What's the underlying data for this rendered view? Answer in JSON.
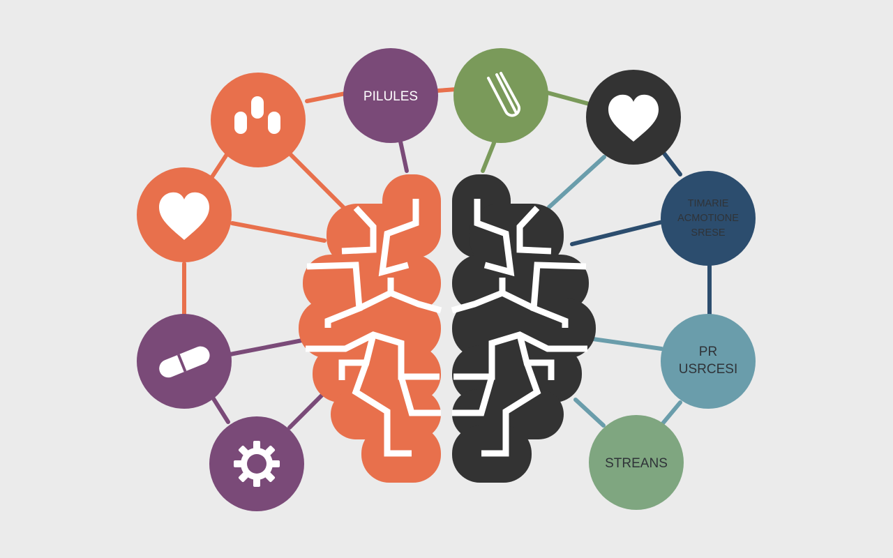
{
  "colors": {
    "background": "#ebebeb",
    "orange": "#e8704c",
    "purple": "#7a4a78",
    "green": "#7a9a5a",
    "dark": "#333333",
    "navy": "#2c4d6e",
    "teal": "#6a9dab",
    "sage": "#7fa680",
    "white": "#ffffff"
  },
  "brain": {
    "left_hemisphere": {
      "color_key": "orange"
    },
    "right_hemisphere": {
      "color_key": "dark"
    }
  },
  "nodes": {
    "bars": {
      "icon": "bars-chart-icon",
      "color_key": "orange"
    },
    "pilules": {
      "label": "PILULES",
      "color_key": "purple"
    },
    "paperclip": {
      "icon": "paperclip-icon",
      "color_key": "green"
    },
    "heart_right": {
      "icon": "heart-icon",
      "color_key": "dark"
    },
    "heart_left": {
      "icon": "heart-icon",
      "color_key": "orange"
    },
    "timarie": {
      "lines": [
        "TIMARIE",
        "ACMOTIONE",
        "SRESE"
      ],
      "color_key": "navy"
    },
    "capsule": {
      "icon": "capsule-pill-icon",
      "color_key": "purple"
    },
    "pr": {
      "lines": [
        "PR",
        "USRCESI"
      ],
      "color_key": "teal"
    },
    "gear": {
      "icon": "gear-icon",
      "color_key": "purple"
    },
    "streans": {
      "label": "STREANS",
      "color_key": "sage"
    }
  }
}
